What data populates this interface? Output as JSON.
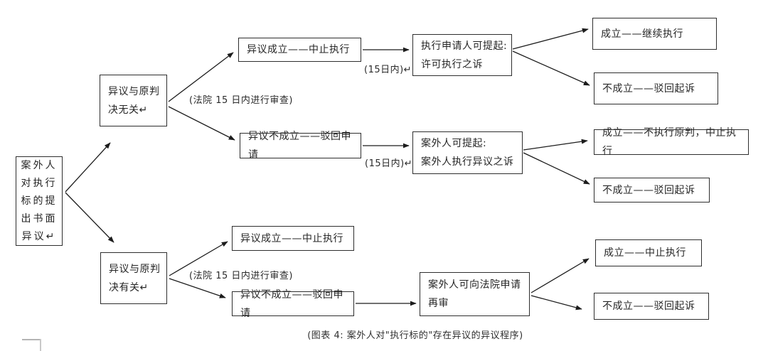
{
  "colors": {
    "line": "#1c1c1c",
    "box_border": "#2e2e2e",
    "text": "#262626",
    "corner_mark": "#b4b4b4",
    "background": "#ffffff"
  },
  "caption": "(图表 4: 案外人对\"执行标的\"存在异议的异议程序)",
  "nodes": {
    "root": {
      "text": "案外人\n对执行\n标的提\n出书面\n异议↵"
    },
    "unrelated": {
      "text": "异议与原判\n决无关↵"
    },
    "upheld_top": {
      "text": "异议成立——中止执行"
    },
    "applicant_suit": {
      "text": "执行申请人可提起:\n许可执行之诉"
    },
    "continue_exec": {
      "text": "成立——继续执行"
    },
    "reject_suit_top": {
      "text": "不成立——驳回起诉"
    },
    "rejected_top": {
      "text": "异议不成立——驳回申请"
    },
    "outsider_suit": {
      "text": "案外人可提起:\n案外人执行异议之诉"
    },
    "nonexec_original": {
      "text": "成立——不执行原判，中止执行"
    },
    "reject_suit_mid": {
      "text": "不成立——驳回起诉"
    },
    "related": {
      "text": "异议与原判\n决有关↵"
    },
    "upheld_bottom": {
      "text": "异议成立——中止执行"
    },
    "rejected_bottom": {
      "text": "异议不成立——驳回申请"
    },
    "retrial": {
      "text": "案外人可向法院申请\n再审"
    },
    "retrial_upheld": {
      "text": "成立——中止执行"
    },
    "retrial_rejected": {
      "text": "不成立——驳回起诉"
    }
  },
  "annotations": {
    "review_top": "(法院 15 日内进行审查)",
    "within15_top": "(15日内)↵",
    "within15_mid": "(15日内)↵",
    "review_bottom": "(法院 15 日内进行审查)"
  }
}
